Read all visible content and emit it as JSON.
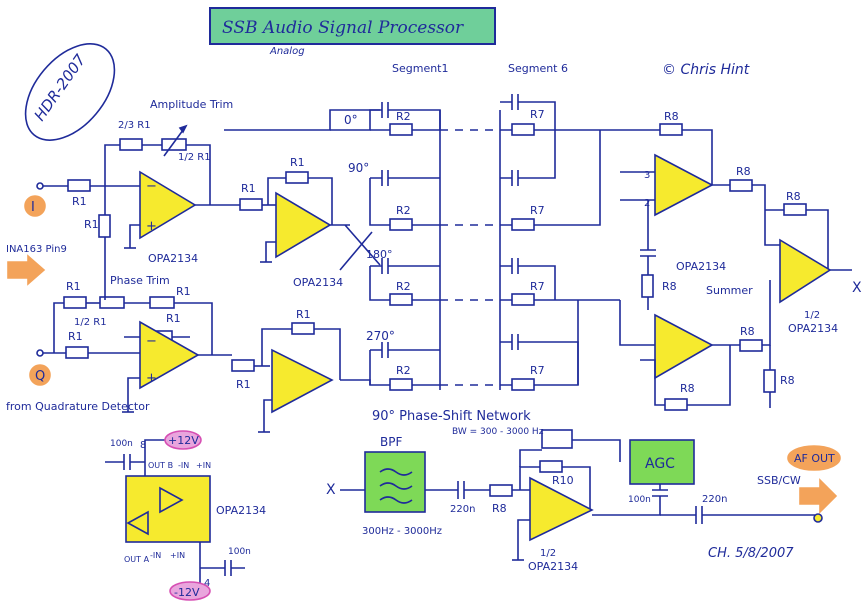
{
  "title": "SSB Audio Signal Processor",
  "subtitle": "Analog",
  "badge": "HDR-2007",
  "copyright": "© Chris Hint",
  "segment1": "Segment1",
  "segment6": "Segment 6",
  "amp_trim": "Amplitude Trim",
  "phase_trim": "Phase Trim",
  "r_23": "2/3 R1",
  "r_12": "1/2 R1",
  "r_12b": "1/2 R1",
  "r1": "R1",
  "r2": "R2",
  "r7": "R7",
  "r8": "R8",
  "r10": "R10",
  "opa": "OPA2134",
  "opa_half": "1/2",
  "in_i": "I",
  "in_q": "Q",
  "ina": "INA163 Pin9",
  "from_qd": "from Quadrature Detector",
  "deg0": "0°",
  "deg90": "90°",
  "deg180": "180°",
  "deg270": "270°",
  "network": "90° Phase-Shift Network",
  "bw": "BW = 300 - 3000 Hz",
  "summer": "Summer",
  "bpf": "BPF",
  "bpf_range": "300Hz - 3000Hz",
  "agc": "AGC",
  "af_out": "AF OUT",
  "ssb_cw": "SSB/CW",
  "cap_220n_a": "220n",
  "cap_220n_b": "220n",
  "cap_100n_a": "100n",
  "cap_100n_b": "100n",
  "cap_100n_c": "100n",
  "v_pos": "+12V",
  "v_neg": "-12V",
  "pin4": "4",
  "pin8": "8",
  "out_b": "OUT B",
  "out_a": "OUT A",
  "pin_neg_in": "-IN",
  "pin_pos_in": "+IN",
  "x_label": "X",
  "sig": "CH. 5/8/2007",
  "colors": {
    "ink": "#1f2b9a",
    "opamp": "#f6ea2e",
    "green": "#6fcf9a",
    "lime": "#7ed957",
    "orange": "#f3a35a",
    "magenta": "#d64fb3"
  }
}
